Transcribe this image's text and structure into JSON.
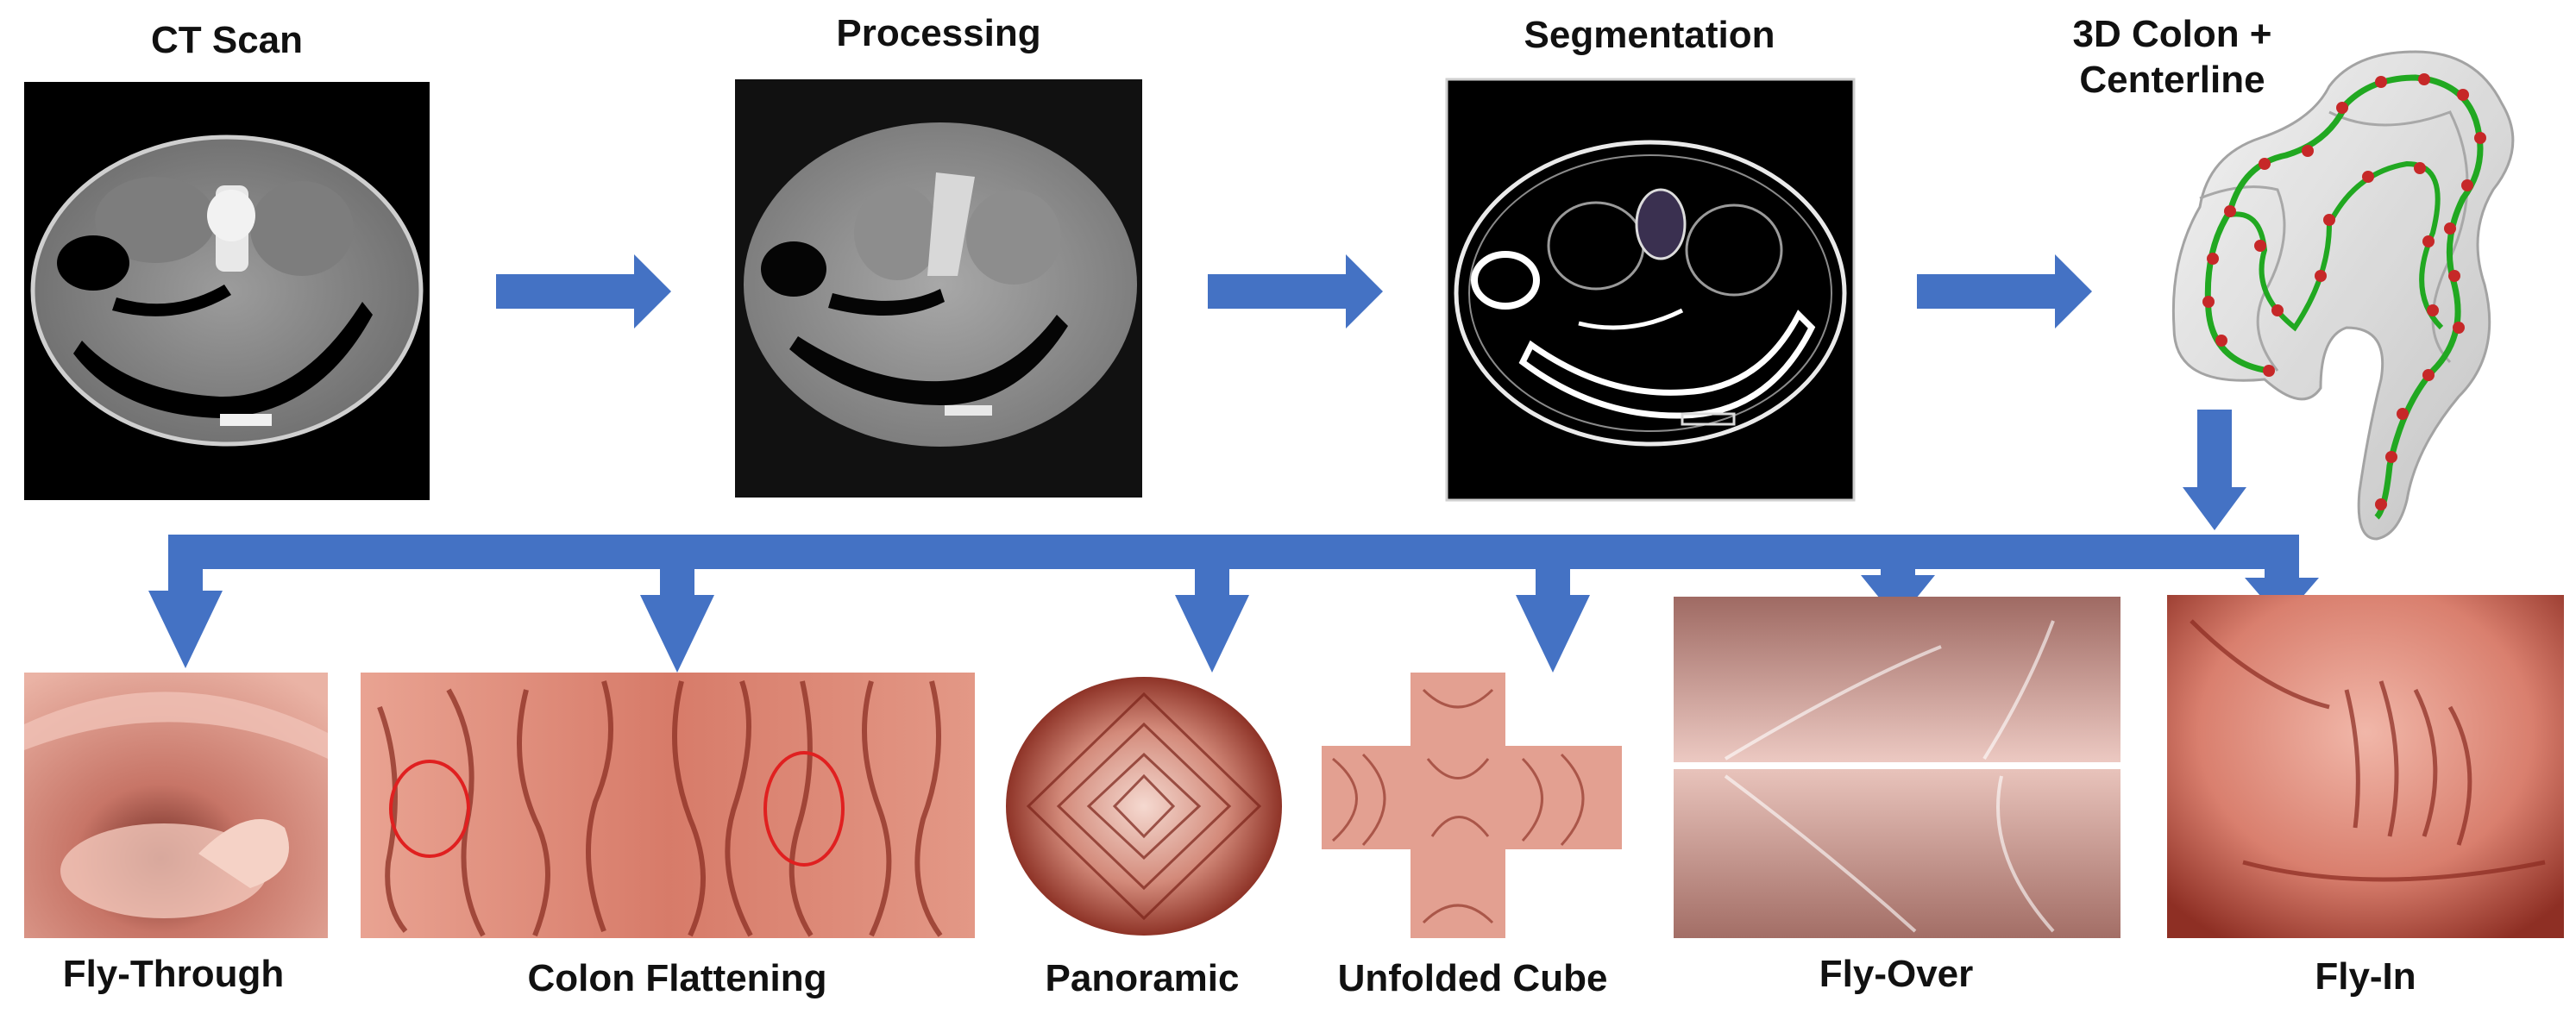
{
  "pipeline": {
    "steps": [
      {
        "label": "CT Scan"
      },
      {
        "label": "Processing"
      },
      {
        "label": "Segmentation"
      },
      {
        "label_lines": [
          "3D Colon +",
          "Centerline"
        ]
      }
    ]
  },
  "visualizations": [
    {
      "label": "Fly-Through"
    },
    {
      "label": "Colon Flattening"
    },
    {
      "label": "Panoramic"
    },
    {
      "label": "Unfolded Cube"
    },
    {
      "label": "Fly-Over"
    },
    {
      "label": "Fly-In"
    }
  ],
  "colors": {
    "arrow": "#4472C4",
    "ct_background": "#000000",
    "tissue": "#D98C7C",
    "tissue_dark": "#9B3B2E",
    "centerline": "#21A821",
    "centerline_nodes": "#C62828",
    "highlight_circle": "#E02020"
  }
}
